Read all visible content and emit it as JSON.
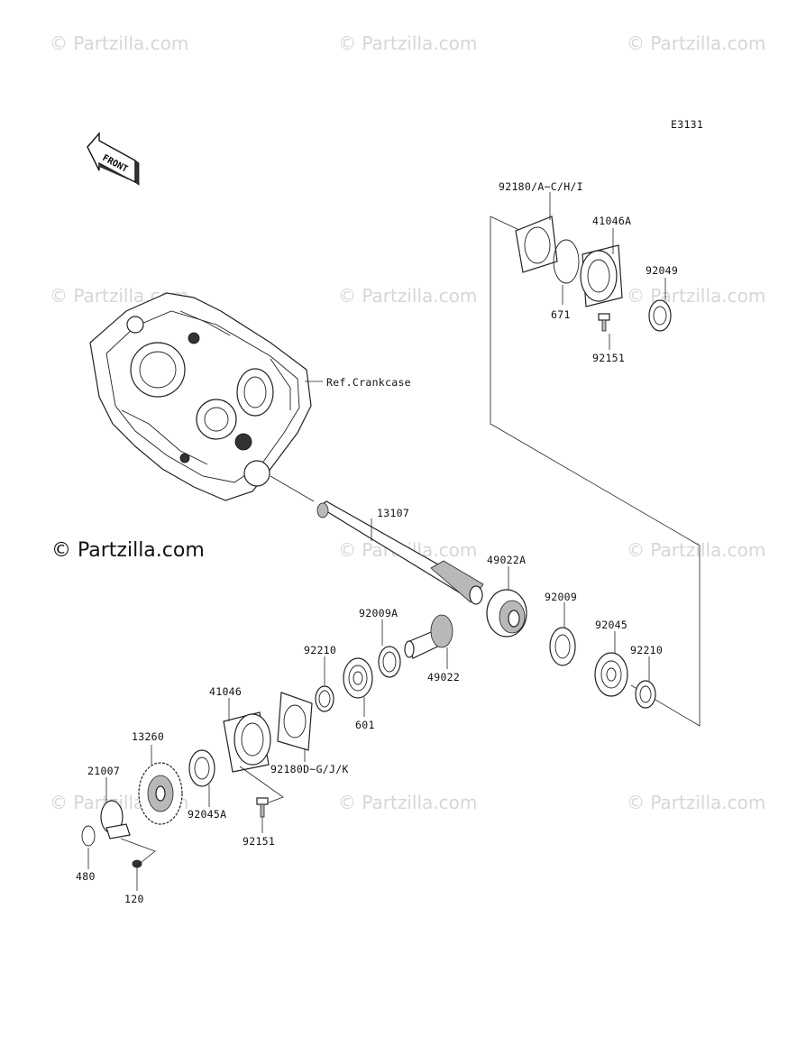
{
  "watermarks": [
    "© Partzilla.com",
    "© Partzilla.com",
    "© Partzilla.com",
    "© Partzilla.com",
    "© Partzilla.com",
    "© Partzilla.com",
    "© Partzilla.com",
    "© Partzilla.com",
    "© Partzilla.com",
    "© Partzilla.com",
    "© Partzilla.com",
    "© Partzilla.com"
  ],
  "brand": "© Partzilla.com",
  "diagram_code": "E3131",
  "front_label": "FRONT",
  "parts": {
    "p92180_aci": "92180/A~C/H/I",
    "p41046a": "41046A",
    "p92049": "92049",
    "p671": "671",
    "p92151_top": "92151",
    "ref_crankcase": "Ref.Crankcase",
    "p13107": "13107",
    "p49022a": "49022A",
    "p92009a": "92009A",
    "p92009": "92009",
    "p49022": "49022",
    "p92210_left": "92210",
    "p92045": "92045",
    "p92210_right": "92210",
    "p601": "601",
    "p41046": "41046",
    "p13260": "13260",
    "p92180_dgjk": "92180D~G/J/K",
    "p21007": "21007",
    "p92045a": "92045A",
    "p92151_bottom": "92151",
    "p480": "480",
    "p120": "120"
  }
}
